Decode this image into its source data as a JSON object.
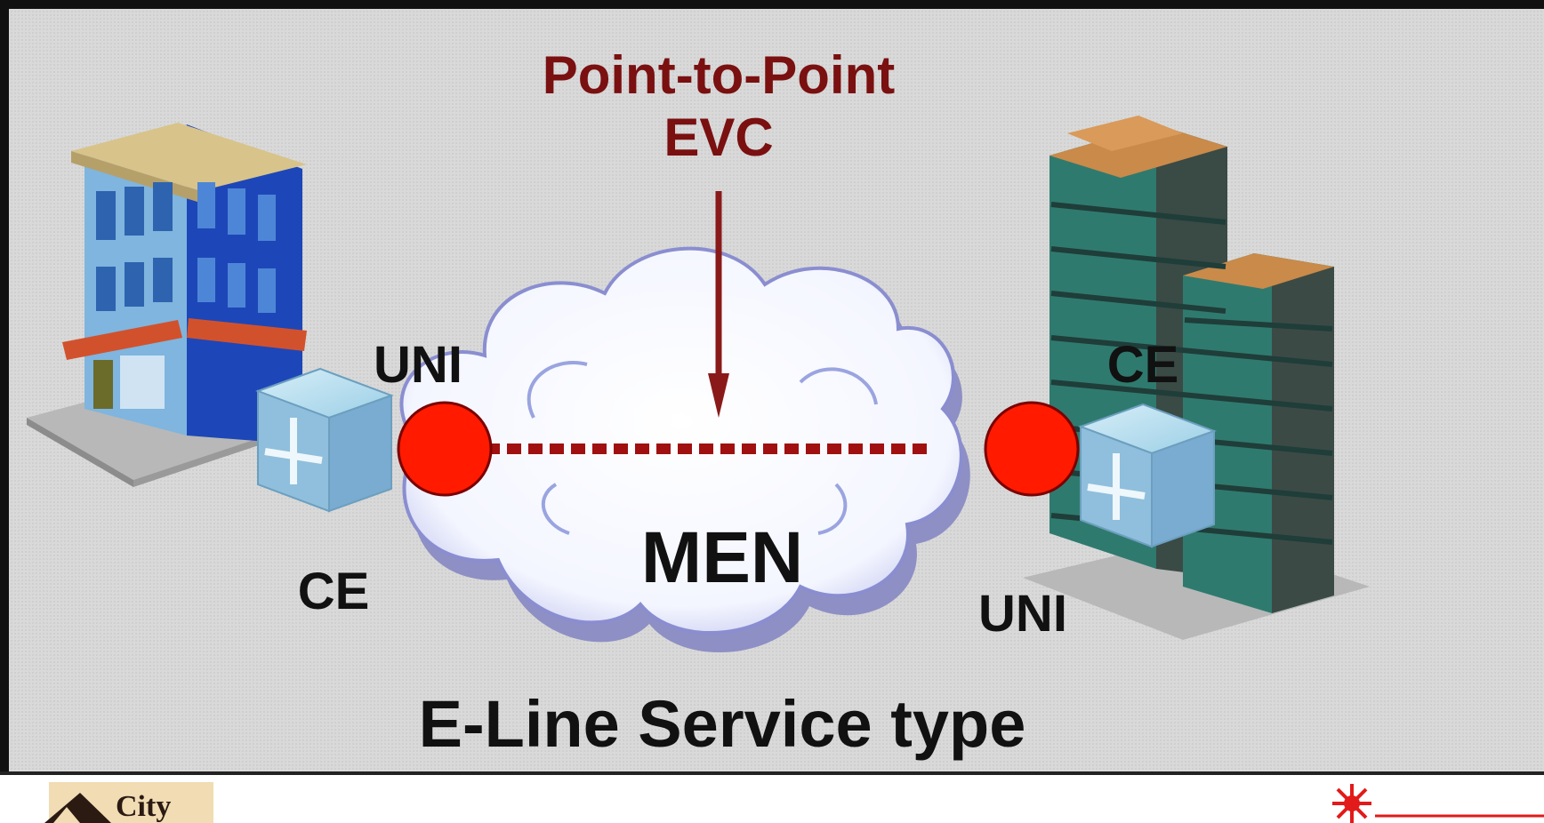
{
  "diagram": {
    "evc_title_line1": "Point-to-Point",
    "evc_title_line2": "EVC",
    "cloud_label": "MEN",
    "uni_left_label": "UNI",
    "uni_right_label": "UNI",
    "ce_left_label": "CE",
    "ce_right_label": "CE",
    "caption": "E-Line Service type"
  },
  "footer": {
    "left_logo_text": "City"
  },
  "colors": {
    "title_red": "#7a1010",
    "uni_dot": "#ff1a00",
    "evc_line": "#a01010",
    "background": "#d6d6d6",
    "frame": "#111111"
  }
}
